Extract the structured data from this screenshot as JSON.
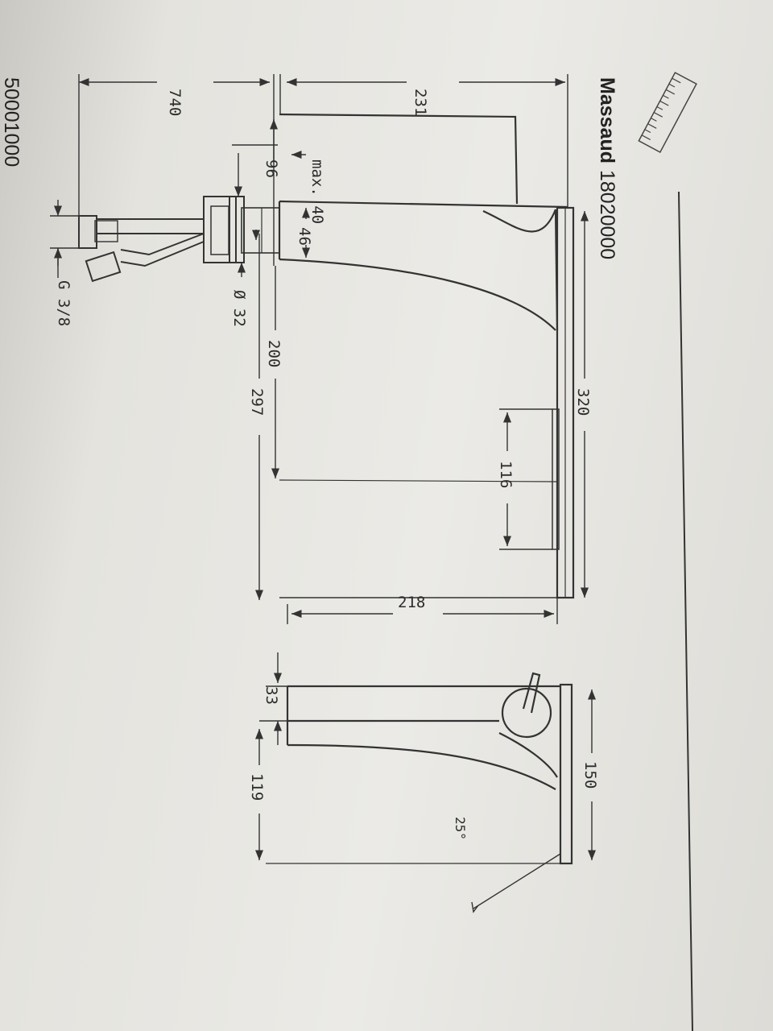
{
  "product": {
    "brand": "Massaud",
    "article_number": "18020000",
    "set_number": "50001000"
  },
  "dimensions": {
    "supply_hose_length": "740",
    "spout_projection": "231",
    "max_countertop_thickness": "max. 40",
    "threaded_shank_length": "96",
    "body_base_height": "46",
    "mounting_hole_diameter": "Ø 32",
    "thread_size": "G 3/8",
    "outlet_height": "200",
    "overall_height": "297",
    "backplate_height": "320",
    "cutout_height": "116",
    "base_depth": "218",
    "spout_thickness": "33",
    "lever_height": "119",
    "lever_width": "150",
    "lever_angle": "25°"
  },
  "colors": {
    "paper": "#e9e8e3",
    "ink": "#333333"
  }
}
